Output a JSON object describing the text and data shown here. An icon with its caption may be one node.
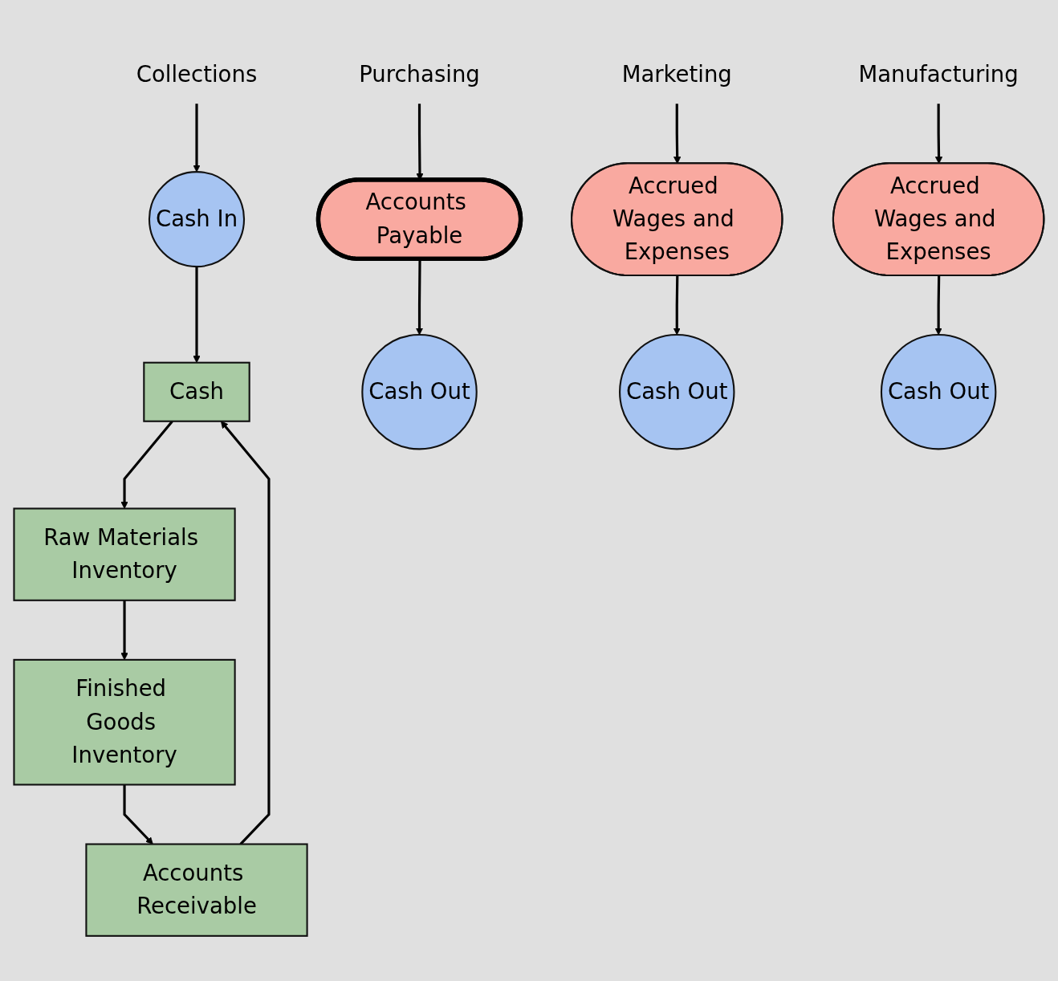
{
  "diagram": {
    "nodes": [
      {
        "text": [
          "Cash"
        ]
      },
      {
        "text": [
          "Cash In"
        ]
      },
      {
        "text": [
          "Cash Out"
        ]
      },
      {
        "text": [
          "Accounts Payable"
        ]
      },
      {
        "text": [
          "Collections"
        ]
      },
      {
        "text": [
          "Purchasing"
        ]
      },
      {
        "text": [
          "Accounts Receivable"
        ]
      },
      {
        "text": [
          "Raw Materials Inventory"
        ]
      },
      {
        "text": [
          "Marketing"
        ]
      },
      {
        "text": [
          "Manufacturing"
        ]
      },
      {
        "text": [
          "Accrued Wages and Expenses"
        ]
      },
      {
        "text": [
          "Accrued Wages and Expenses"
        ]
      },
      {
        "text": [
          "Finished Goods Inventory"
        ]
      },
      {
        "text": [
          "Cash Out"
        ]
      },
      {
        "text": [
          "Cash Out"
        ]
      }
    ],
    "edges": [
      {
        "from": 6,
        "to": 0,
        "arrow": "to"
      },
      {
        "from": 0,
        "to": 7,
        "arrow": "to"
      },
      {
        "from": 7,
        "to": 12,
        "arrow": "to"
      },
      {
        "from": 12,
        "to": 6,
        "arrow": "to"
      },
      {
        "from": 4,
        "to": 1,
        "arrow": "to"
      },
      {
        "from": 1,
        "to": 0,
        "arrow": "to"
      },
      {
        "from": 5,
        "to": 3,
        "arrow": "to"
      },
      {
        "from": 3,
        "to": 2,
        "arrow": "to"
      },
      {
        "from": 8,
        "to": 10,
        "arrow": "to"
      },
      {
        "from": 10,
        "to": 13,
        "arrow": "to"
      },
      {
        "from": 9,
        "to": 11,
        "arrow": "to"
      },
      {
        "from": 11,
        "to": 14,
        "arrow": "to"
      }
    ]
  }
}
